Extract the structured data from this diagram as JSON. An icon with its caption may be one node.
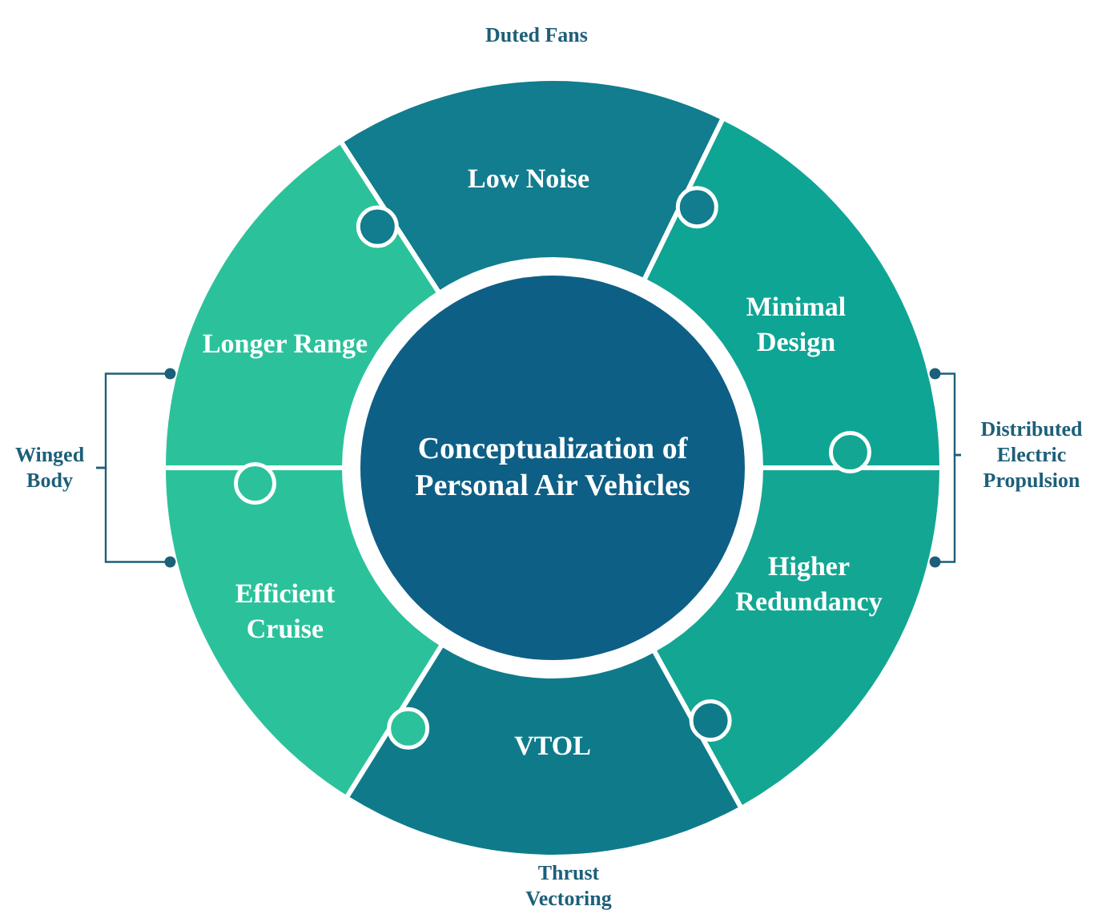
{
  "diagram": {
    "nodes": [
      {
        "text": [
          "Low Noise"
        ],
        "beside": [
          "Duted Fans"
        ]
      },
      {
        "text": [
          "Longer Range"
        ]
      },
      {
        "text": [
          "Minimal Design"
        ]
      },
      {
        "text": [
          "Conceptualization of Personal Air Vehicles"
        ]
      },
      {
        "text": [
          "Winged Body"
        ]
      },
      {
        "text": [
          "Distributed Electric Propulsion"
        ]
      },
      {
        "text": [
          "Efficient Cruise"
        ]
      },
      {
        "text": [
          "Higher Redundancy"
        ]
      },
      {
        "text": [
          "VTOL"
        ],
        "beside": [
          "Thrust Vectoring"
        ]
      }
    ],
    "edges": [
      {
        "from": 4,
        "to": 1,
        "arrow": "other"
      },
      {
        "from": 4,
        "to": 6,
        "arrow": "other"
      },
      {
        "from": 5,
        "to": 2,
        "arrow": "other"
      },
      {
        "from": 5,
        "to": 7,
        "arrow": "other"
      }
    ]
  }
}
